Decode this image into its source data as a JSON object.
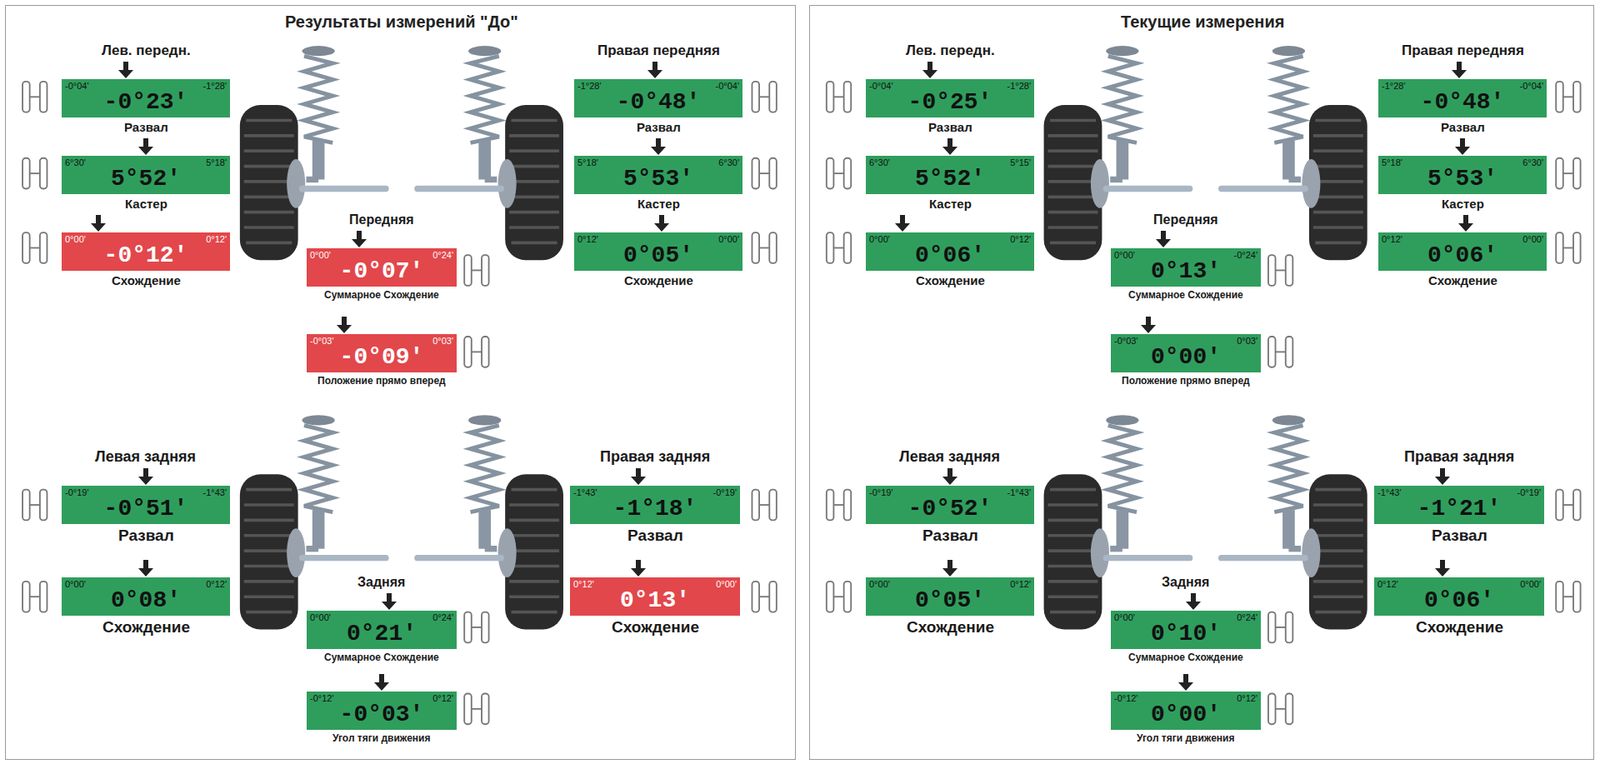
{
  "diagram": {
    "nodes": [
      {
        "text": [
          "Результаты измерений \"До\""
        ]
      },
      {
        "text": [
          "Лев. передн.",
          "-0°04'",
          "-1°28'",
          "-0°23'",
          "Развал"
        ],
        "in": 0
      },
      {
        "text": [
          "6°30'",
          "5°18'",
          "5°52'",
          "Кастер"
        ],
        "in": 0
      },
      {
        "text": [
          "0°00'",
          "0°12'",
          "-0°12'",
          "Схождение"
        ],
        "in": 0
      },
      {
        "text": [
          "Правая передняя",
          "-1°28'",
          "-0°04'",
          "-0°48'",
          "Развал"
        ],
        "in": 0
      },
      {
        "text": [
          "5°18'",
          "6°30'",
          "5°53'",
          "Кастер"
        ],
        "in": 0
      },
      {
        "text": [
          "0°12'",
          "0°00'",
          "0°05'",
          "Схождение"
        ],
        "in": 0
      },
      {
        "text": [
          "Передняя",
          "0°00'",
          "0°24'",
          "-0°07'",
          "Суммарное Схождение"
        ],
        "in": 0
      },
      {
        "text": [
          "-0°03'",
          "0°03'",
          "-0°09'",
          "Положение прямо вперед"
        ],
        "in": 0
      },
      {
        "text": [
          "Левая задняя",
          "-0°19'",
          "-1°43'",
          "-0°51'",
          "Развал"
        ],
        "in": 0
      },
      {
        "text": [
          "0°00'",
          "0°12'",
          "0°08'",
          "Схождение"
        ],
        "in": 0
      },
      {
        "text": [
          "Правая задняя",
          "-1°43'",
          "-0°19'",
          "-1°18'",
          "Развал"
        ],
        "in": 0
      },
      {
        "text": [
          "0°12'",
          "0°00'",
          "0°13'",
          "Схождение"
        ],
        "in": 0
      },
      {
        "text": [
          "Задняя",
          "0°00'",
          "0°24'",
          "0°21'",
          "Суммарное Схождение"
        ],
        "in": 0
      },
      {
        "text": [
          "-0°12'",
          "0°12'",
          "-0°03'",
          "Угол тяги движения"
        ],
        "in": 0
      },
      {
        "text": [
          "Текущие измерения"
        ]
      },
      {
        "text": [
          "Лев. передн.",
          "-0°04'",
          "-1°28'",
          "-0°25'",
          "Развал"
        ],
        "in": 15
      },
      {
        "text": [
          "6°30'",
          "5°15'",
          "5°52'",
          "Кастер"
        ],
        "in": 15
      },
      {
        "text": [
          "0°00'",
          "0°12'",
          "0°06'",
          "Схождение"
        ],
        "in": 15
      },
      {
        "text": [
          "Правая передняя",
          "-1°28'",
          "-0°04'",
          "-0°48'",
          "Развал"
        ],
        "in": 15
      },
      {
        "text": [
          "5°18'",
          "6°30'",
          "5°53'",
          "Кастер"
        ],
        "in": 15
      },
      {
        "text": [
          "0°12'",
          "0°00'",
          "0°06'",
          "Схождение"
        ],
        "in": 15
      },
      {
        "text": [
          "Передняя",
          "0°00'",
          "-0°24'",
          "0°13'",
          "Суммарное Схождение"
        ],
        "in": 15
      },
      {
        "text": [
          "-0°03'",
          "0°03'",
          "0°00'",
          "Положение прямо вперед"
        ],
        "in": 15
      },
      {
        "text": [
          "Левая задняя",
          "-0°19'",
          "-1°43'",
          "-0°52'",
          "Развал"
        ],
        "in": 15
      },
      {
        "text": [
          "0°00'",
          "0°12'",
          "0°05'",
          "Схождение"
        ],
        "in": 15
      },
      {
        "text": [
          "Правая задняя",
          "-1°43'",
          "-0°19'",
          "-1°21'",
          "Развал"
        ],
        "in": 15
      },
      {
        "text": [
          "0°12'",
          "0°00'",
          "0°06'",
          "Схождение"
        ],
        "in": 15
      },
      {
        "text": [
          "Задняя",
          "0°00'",
          "0°24'",
          "0°10'",
          "Суммарное Схождение"
        ],
        "in": 15
      },
      {
        "text": [
          "-0°12'",
          "0°12'",
          "0°00'",
          "Угол тяги движения"
        ],
        "in": 15
      }
    ]
  }
}
